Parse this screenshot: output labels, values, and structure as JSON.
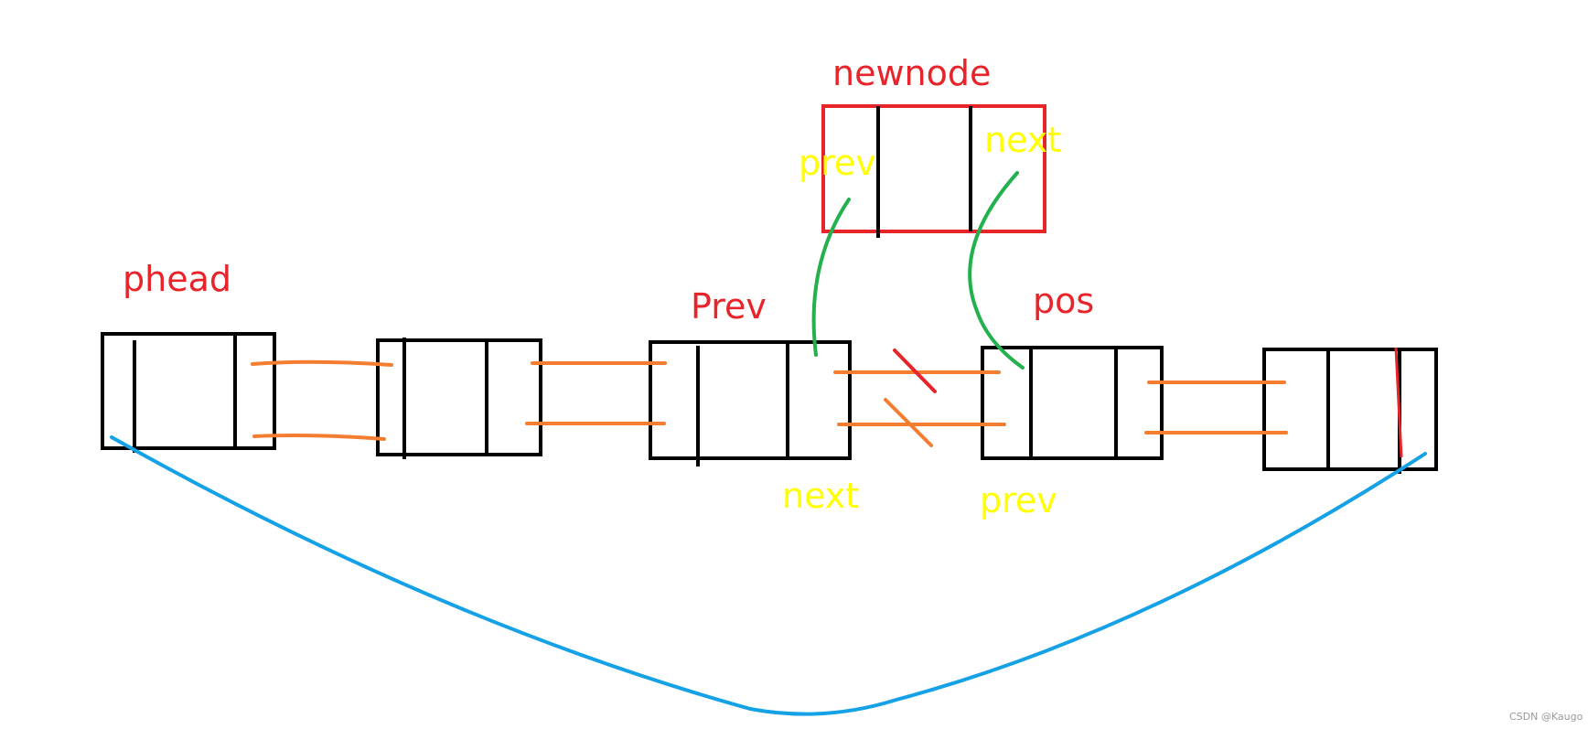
{
  "labels": {
    "phead": "phead",
    "prev_node": "Prev",
    "pos_node": "pos",
    "newnode": "newnode",
    "newnode_prev": "prev",
    "newnode_next": "next",
    "prev_next": "next",
    "pos_prev": "prev"
  },
  "watermark": "CSDN @Kaugo",
  "colors": {
    "node_border": "#000000",
    "newnode_border": "#e8242b",
    "label_red": "#e8242b",
    "label_yellow": "#ffff00",
    "link": "#f47d30",
    "cut_mark_red": "#e8242b",
    "cut_mark_orange": "#f47d30",
    "new_link": "#22b14c",
    "circular_link": "#15a1e6"
  }
}
